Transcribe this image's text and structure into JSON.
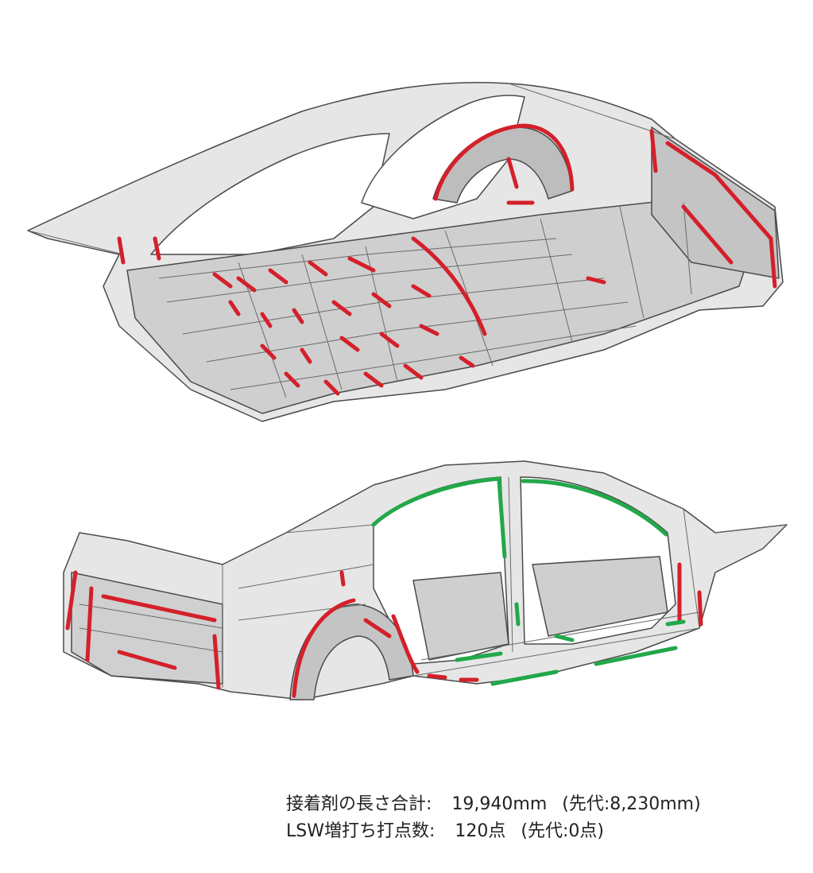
{
  "caption": {
    "adhesive": {
      "label": "接着剤の長さ合計:",
      "value": "19,940mm",
      "previous": "(先代:8,230mm)"
    },
    "lsw": {
      "label": "LSW増打ち打点数:",
      "value": "120点",
      "previous": "(先代:0点)"
    }
  },
  "colors": {
    "structure_line": "#4a4a4a",
    "structure_fill": "#cfcfcf",
    "adhesive": "#d4202a",
    "lsw": "#22a84a"
  }
}
